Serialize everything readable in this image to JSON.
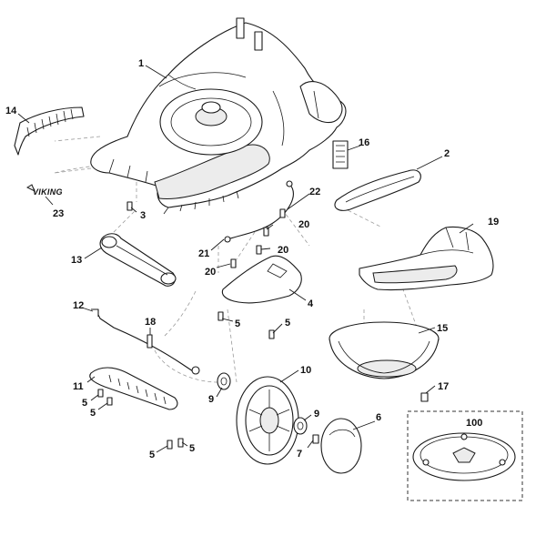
{
  "brand_logo": "VIKING",
  "callouts": [
    {
      "id": "c1",
      "label": "1"
    },
    {
      "id": "c2",
      "label": "2"
    },
    {
      "id": "c3",
      "label": "3"
    },
    {
      "id": "c4",
      "label": "4"
    },
    {
      "id": "c5a",
      "label": "5"
    },
    {
      "id": "c5b",
      "label": "5"
    },
    {
      "id": "c5c",
      "label": "5"
    },
    {
      "id": "c5d",
      "label": "5"
    },
    {
      "id": "c5e",
      "label": "5"
    },
    {
      "id": "c5f",
      "label": "5"
    },
    {
      "id": "c6",
      "label": "6"
    },
    {
      "id": "c7",
      "label": "7"
    },
    {
      "id": "c9a",
      "label": "9"
    },
    {
      "id": "c9b",
      "label": "9"
    },
    {
      "id": "c10",
      "label": "10"
    },
    {
      "id": "c11",
      "label": "11"
    },
    {
      "id": "c12",
      "label": "12"
    },
    {
      "id": "c13",
      "label": "13"
    },
    {
      "id": "c14",
      "label": "14"
    },
    {
      "id": "c15",
      "label": "15"
    },
    {
      "id": "c16",
      "label": "16"
    },
    {
      "id": "c17",
      "label": "17"
    },
    {
      "id": "c18",
      "label": "18"
    },
    {
      "id": "c19",
      "label": "19"
    },
    {
      "id": "c20a",
      "label": "20"
    },
    {
      "id": "c20b",
      "label": "20"
    },
    {
      "id": "c20c",
      "label": "20"
    },
    {
      "id": "c21",
      "label": "21"
    },
    {
      "id": "c22",
      "label": "22"
    },
    {
      "id": "c23",
      "label": "23"
    },
    {
      "id": "c100",
      "label": "100"
    }
  ]
}
